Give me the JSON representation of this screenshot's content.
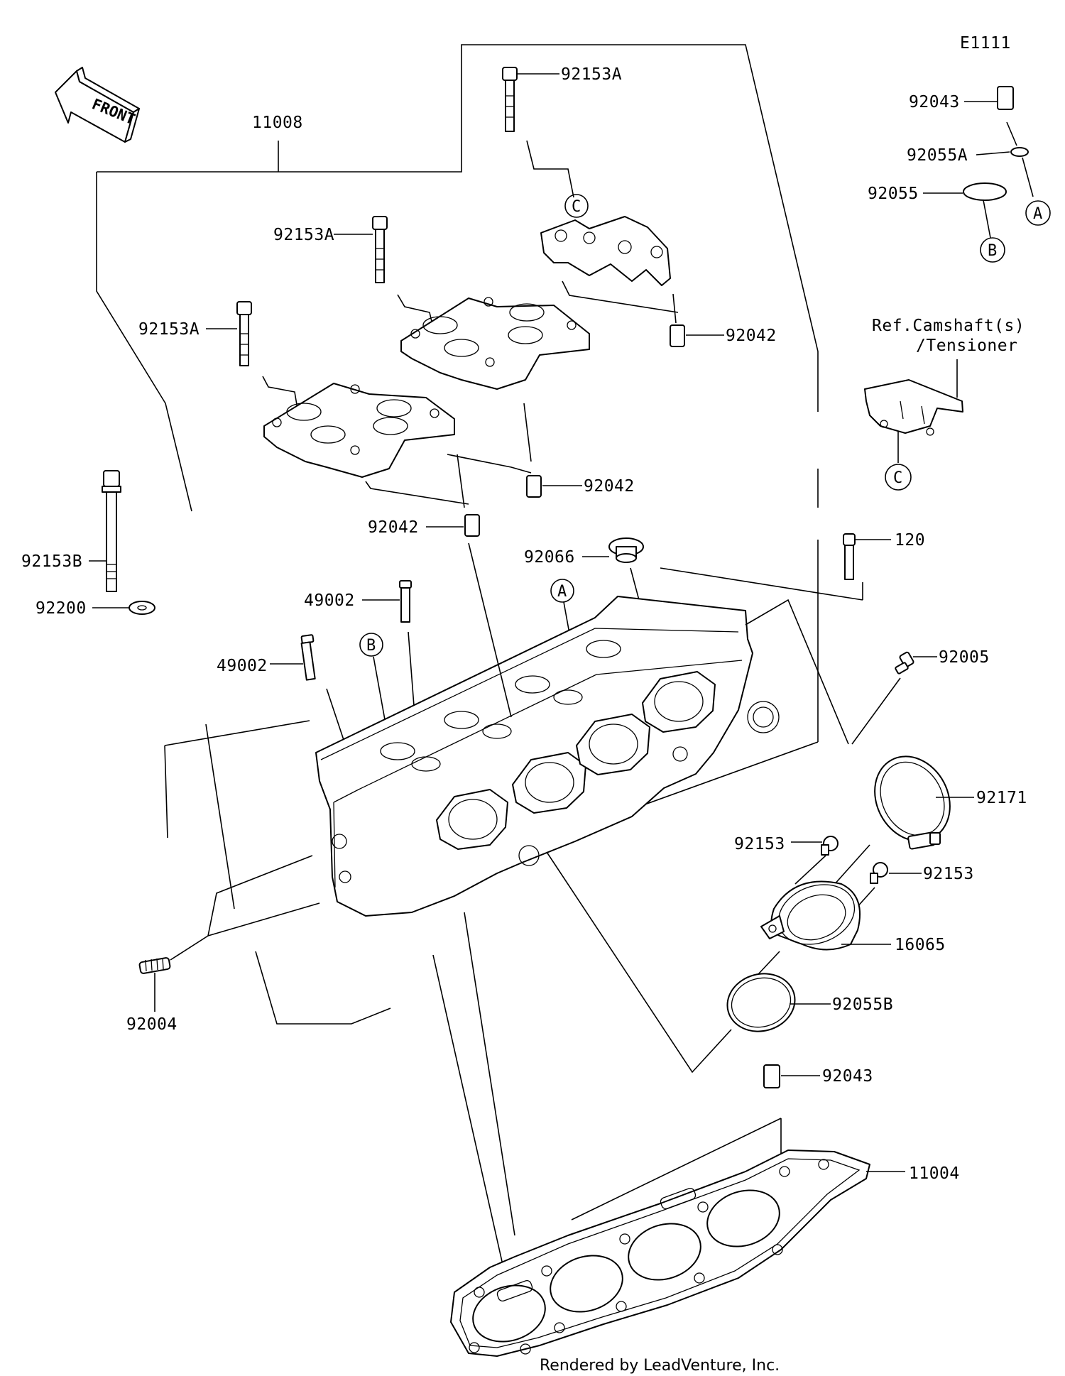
{
  "diagram_code": "E1111",
  "front_label": "FRONT",
  "reference_note": {
    "line1": "Ref.Camshaft(s)",
    "line2": "/Tensioner"
  },
  "callouts": {
    "a": "A",
    "b": "B",
    "c": "C"
  },
  "parts": {
    "p11008": "11008",
    "p92153A_top": "92153A",
    "p92153A_mid": "92153A",
    "p92153A_left": "92153A",
    "p92042_right": "92042",
    "p92042_mid": "92042",
    "p92042_left": "92042",
    "p92043_top": "92043",
    "p92055A": "92055A",
    "p92055": "92055",
    "p92153B": "92153B",
    "p92200": "92200",
    "p92066": "92066",
    "p49002_upper": "49002",
    "p49002_lower": "49002",
    "p120": "120",
    "p92005": "92005",
    "p92171": "92171",
    "p92153_a": "92153",
    "p92153_b": "92153",
    "p16065": "16065",
    "p92055B": "92055B",
    "p92004": "92004",
    "p92043_bottom": "92043",
    "p11004": "11004"
  },
  "credit": "Rendered by LeadVenture, Inc."
}
